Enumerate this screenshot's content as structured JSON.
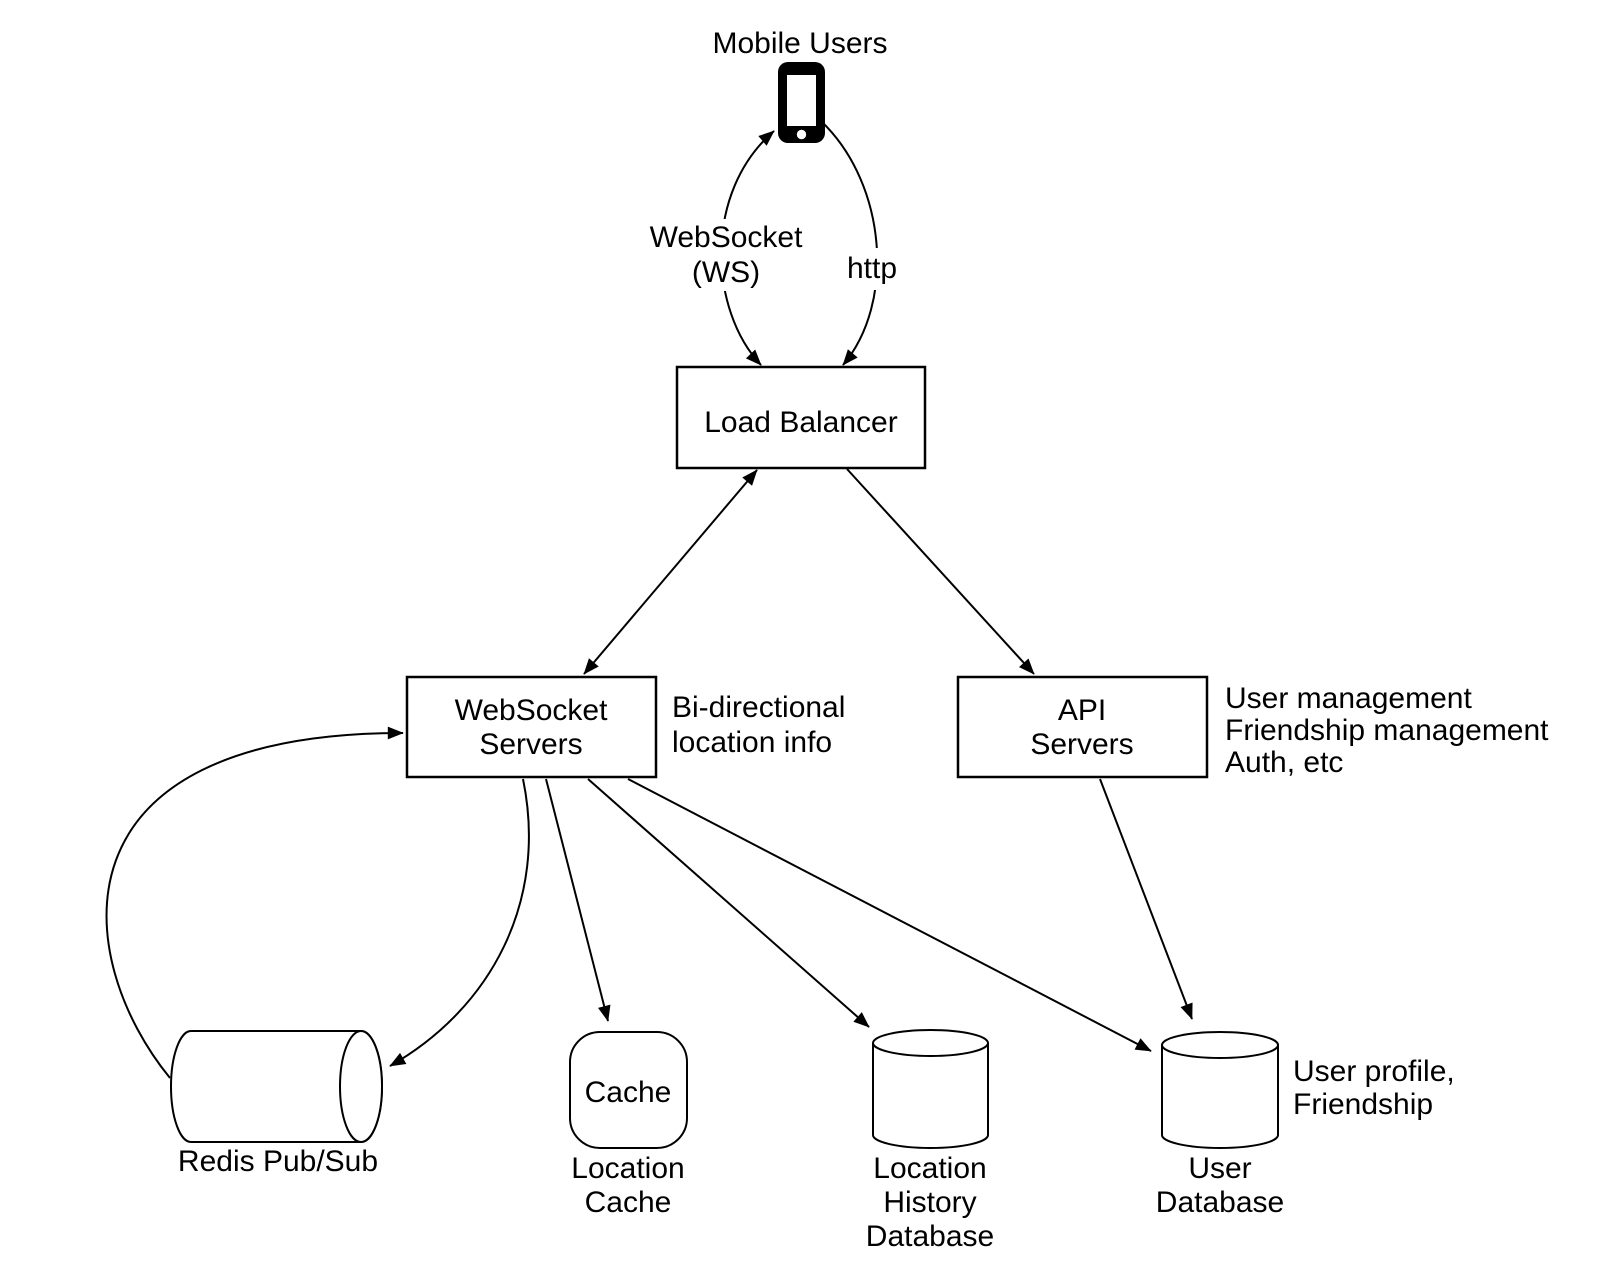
{
  "diagram": {
    "title": "Mobile Users",
    "edge_labels": {
      "websocket_line1": "WebSocket",
      "websocket_line2": "(WS)",
      "http": "http"
    },
    "nodes": {
      "load_balancer": {
        "label": "Load Balancer"
      },
      "websocket_servers": {
        "label_line1": "WebSocket",
        "label_line2": "Servers"
      },
      "api_servers": {
        "label_line1": "API",
        "label_line2": "Servers"
      },
      "redis_pubsub": {
        "caption": "Redis Pub/Sub"
      },
      "location_cache": {
        "label": "Cache",
        "caption_line1": "Location",
        "caption_line2": "Cache"
      },
      "location_history_db": {
        "caption_line1": "Location",
        "caption_line2": "History",
        "caption_line3": "Database"
      },
      "user_db": {
        "caption_line1": "User",
        "caption_line2": "Database"
      }
    },
    "annotations": {
      "websocket_servers_note_line1": "Bi-directional",
      "websocket_servers_note_line2": "location info",
      "api_servers_note_line1": "User management",
      "api_servers_note_line2": "Friendship management",
      "api_servers_note_line3": "Auth, etc",
      "user_db_note_line1": "User profile,",
      "user_db_note_line2": "Friendship"
    },
    "icons": {
      "mobile_phone": "mobile-phone-icon"
    },
    "colors": {
      "stroke": "#000000",
      "background": "#ffffff"
    }
  }
}
